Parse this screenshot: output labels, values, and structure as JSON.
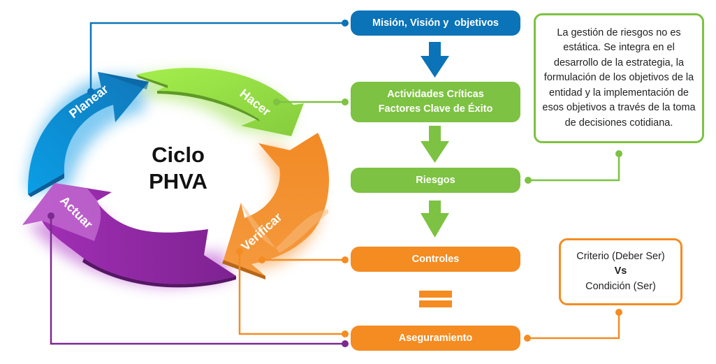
{
  "center": {
    "line1": "Ciclo",
    "line2": "PHVA"
  },
  "phases": [
    {
      "label": "Planear",
      "color": "#0a86c9"
    },
    {
      "label": "Hacer",
      "color": "#8cd14a"
    },
    {
      "label": "Verificar",
      "color": "#f4902c"
    },
    {
      "label": "Actuar",
      "color": "#9a2fad"
    }
  ],
  "flow": {
    "mision": "Misión, Visión y  objetivos",
    "actividades_line1": "Actividades Críticas",
    "actividades_line2": "Factores Clave de Éxito",
    "riesgos": "Riesgos",
    "controles": "Controles",
    "aseguramiento": "Aseguramiento",
    "equals_symbol": "="
  },
  "notes": {
    "riesgos_note": "La gestión de riesgos no es estática. Se integra en el desarrollo de la estrategia, la formulación de los objetivos de la entidad y la implementación de esos objetivos a través de la toma de decisiones cotidiana.",
    "criterio_line1": "Criterio (Deber Ser)",
    "criterio_line2": "Vs",
    "criterio_line3": "Condición (Ser)"
  },
  "colors": {
    "blue": "#0b73b7",
    "green": "#7dc242",
    "orange": "#f48c22",
    "purple": "#7b2a8f"
  }
}
